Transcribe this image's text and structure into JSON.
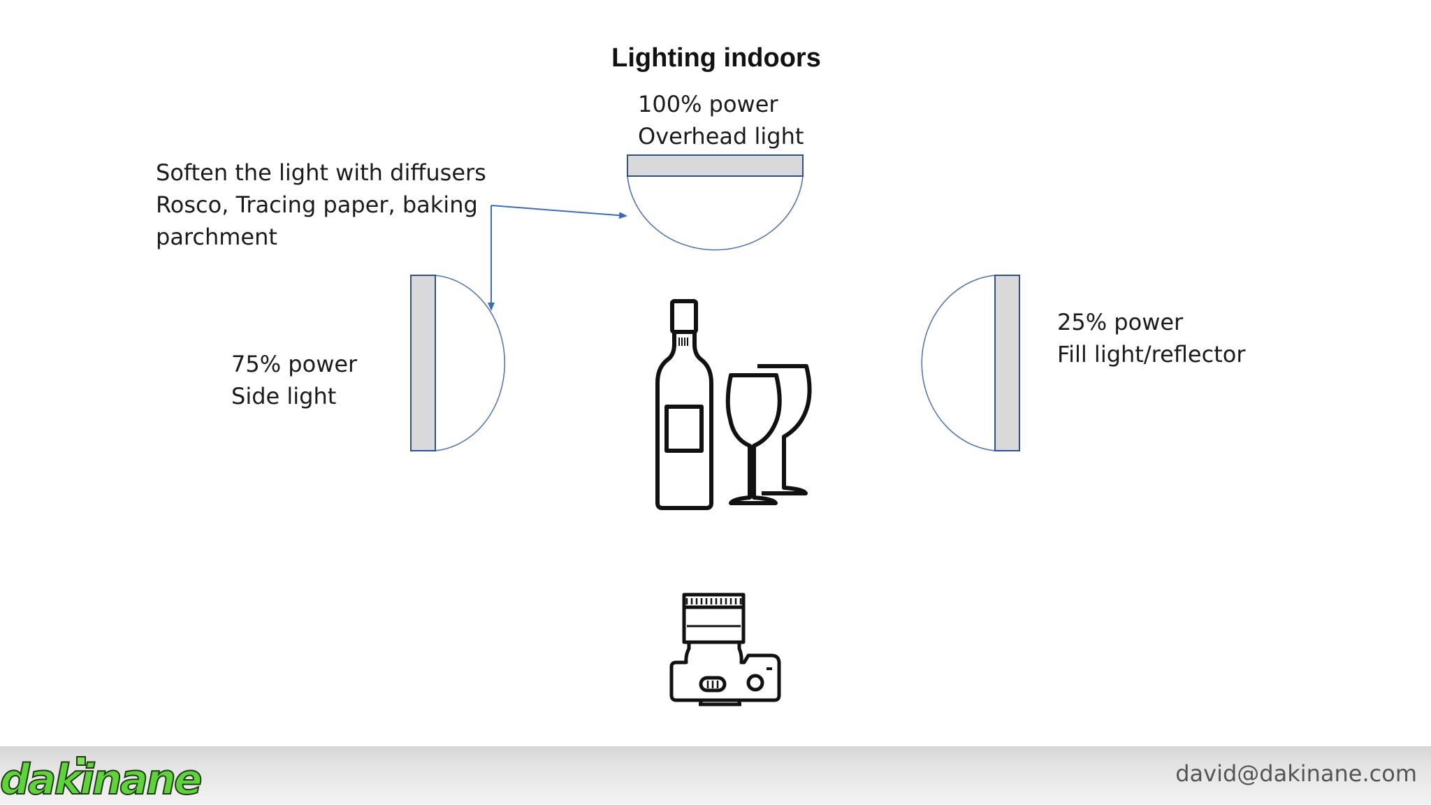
{
  "title": "Lighting indoors",
  "overhead": {
    "power": "100% power",
    "name": "Overhead light"
  },
  "side": {
    "power": "75% power",
    "name": "Side light"
  },
  "fill": {
    "power": "25% power",
    "name": "Fill light/reflector"
  },
  "diffuser_note": {
    "line1": "Soften the light with diffusers",
    "line2": "Rosco, Tracing paper, baking",
    "line3": "parchment"
  },
  "footer": {
    "logo_text": "dakinane",
    "email": "david@dakinane.com"
  },
  "colors": {
    "panel_fill": "#d9d9d9",
    "panel_stroke": "#2f4f8f",
    "arc_stroke": "#4a6fb5",
    "arrow": "#3f6bb8",
    "logo_green": "#5fd33c"
  },
  "icons": [
    "wine-bottle-icon",
    "wine-glass-icon",
    "camera-icon"
  ]
}
